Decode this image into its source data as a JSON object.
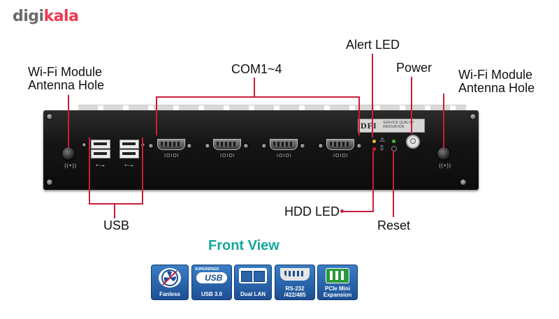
{
  "brand": {
    "part1": "digi",
    "part2": "kala"
  },
  "callouts": {
    "wifi_left": {
      "line1": "Wi-Fi Module",
      "line2": "Antenna Hole"
    },
    "wifi_right": {
      "line1": "Wi-Fi Module",
      "line2": "Antenna Hole"
    },
    "com": "COM1~4",
    "alert_led": "Alert LED",
    "power": "Power",
    "usb": "USB",
    "hdd_led": "HDD LED",
    "reset": "Reset"
  },
  "device": {
    "brand_plate": "DFI",
    "brand_tagline_1": "SERVICE QUALITY",
    "brand_tagline_2": "INNOVATION",
    "com_port_labels": [
      "IOIOI",
      "IOIOI",
      "IOIOI",
      "IOIOI"
    ]
  },
  "section_title": "Front View",
  "features": [
    {
      "icon": "fan-icon",
      "label": "Fanless"
    },
    {
      "icon": "usb-superspeed-icon",
      "label": "USB 3.0",
      "icon_text": "USB",
      "icon_caption": "SUPERSPEED"
    },
    {
      "icon": "lan-port-icon",
      "label": "Dual LAN"
    },
    {
      "icon": "serial-port-icon",
      "label": "RS-232 /422/485"
    },
    {
      "icon": "expansion-slot-icon",
      "label": "PCIe Mini Expansion"
    }
  ],
  "colors": {
    "callout_line": "#c81e3a",
    "title_teal": "#16a79b",
    "badge_blue": "#2a63a8",
    "brand_red": "#ef394e"
  }
}
